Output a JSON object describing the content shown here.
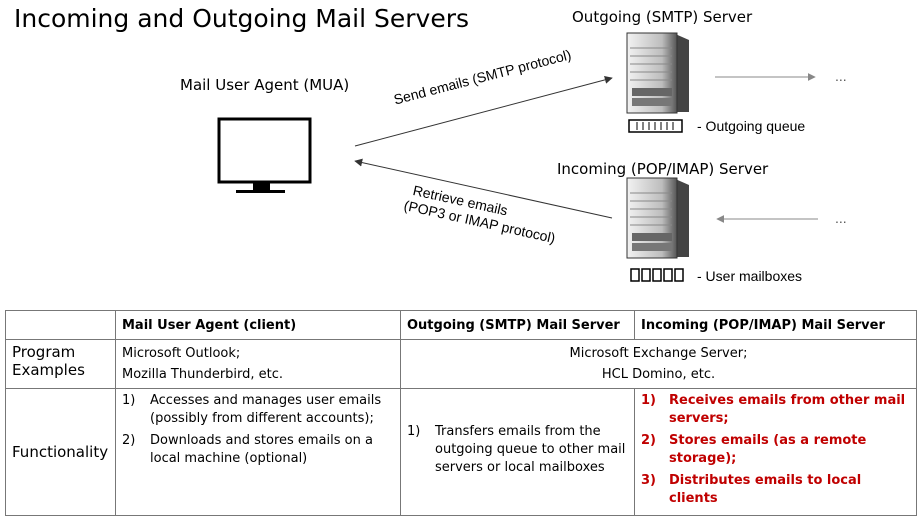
{
  "title": "Incoming and Outgoing Mail Servers",
  "labels": {
    "mua": "Mail User Agent (MUA)",
    "smtp_server": "Outgoing (SMTP) Server",
    "pop_server": "Incoming (POP/IMAP) Server",
    "send_arrow": "Send emails (SMTP protocol)",
    "retrieve_line1": "Retrieve emails",
    "retrieve_line2": "(POP3 or IMAP protocol)",
    "outgoing_queue": "- Outgoing queue",
    "user_mailboxes": "- User mailboxes",
    "ellipsis_top": "...",
    "ellipsis_bottom": "..."
  },
  "icons": {
    "monitor": "monitor-icon",
    "server": "server-tower-icon",
    "queue": "queue-icon",
    "mailboxes": "mailboxes-icon"
  },
  "colors": {
    "highlight": "#c00000"
  },
  "table": {
    "headers": [
      "",
      "Mail User Agent (client)",
      "Outgoing (SMTP) Mail Server",
      "Incoming (POP/IMAP) Mail Server"
    ],
    "program_examples": {
      "label_line1": "Program",
      "label_line2": "Examples",
      "client_line1": "Microsoft Outlook;",
      "client_line2": "Mozilla Thunderbird, etc.",
      "server_line1": "Microsoft Exchange Server;",
      "server_line2": "HCL Domino, etc."
    },
    "functionality": {
      "label": "Functionality",
      "client": [
        {
          "num": "1)",
          "text": "Accesses and manages user emails (possibly from different accounts);"
        },
        {
          "num": "2)",
          "text": "Downloads and stores emails on a local machine (optional)"
        }
      ],
      "outgoing": [
        {
          "num": "1)",
          "text": "Transfers emails from the outgoing queue to other mail servers or local mailboxes"
        }
      ],
      "incoming": [
        {
          "num": "1)",
          "text": "Receives emails from other mail servers;"
        },
        {
          "num": "2)",
          "text": "Stores emails (as a remote storage);"
        },
        {
          "num": "3)",
          "text": "Distributes emails to local clients"
        }
      ]
    }
  }
}
